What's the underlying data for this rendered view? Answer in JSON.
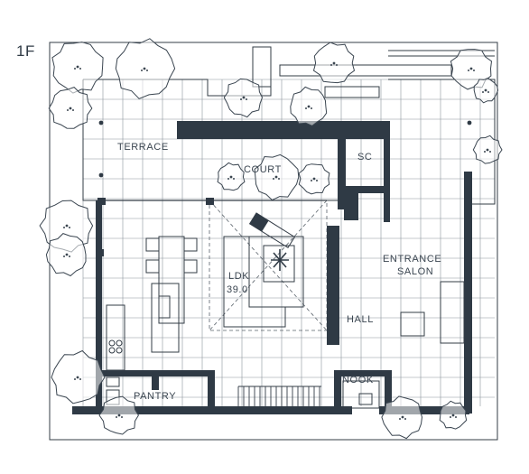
{
  "floor_label": "1F",
  "rooms": {
    "terrace": "TERRACE",
    "court": "COURT",
    "sc": "SC",
    "entrance": "ENTRANCE",
    "salon": "SALON",
    "ldk": "LDK",
    "ldk_area": "39.0",
    "hall": "HALL",
    "nook": "NOOK",
    "pantry": "PANTRY"
  },
  "colors": {
    "wall": "#2f3a45",
    "line": "#333c46",
    "grid": "#8c949b",
    "text": "#3a4550"
  }
}
